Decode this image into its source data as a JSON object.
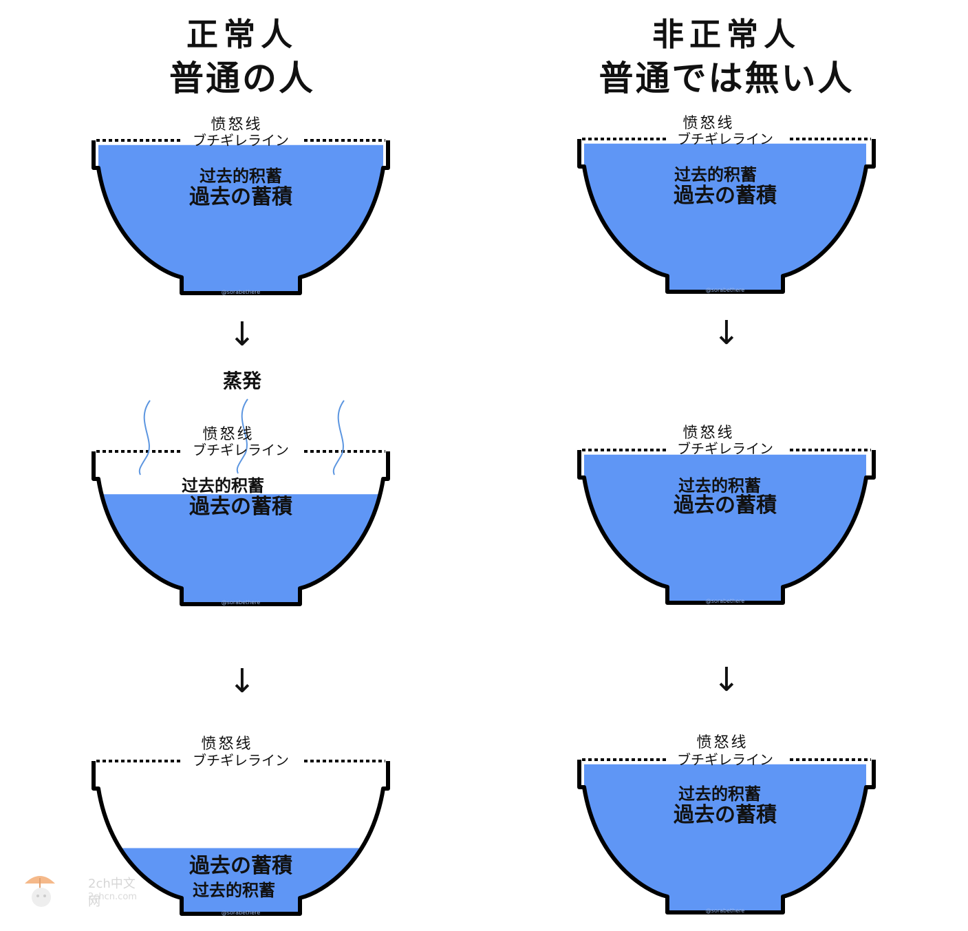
{
  "colors": {
    "water": "#5f96f5",
    "outline": "#000000",
    "steam": "#5b95e0"
  },
  "left": {
    "title_line1": "正常人",
    "title_line2": "普通の人",
    "evaporation_label": "蒸発",
    "panels": [
      {
        "anger_line_cn": "愤怒线",
        "anger_line_jp": "ブチギレライン",
        "label_cn": "过去的积蓄",
        "label_jp": "過去の蓄積",
        "fill_level": 0.97,
        "credit": "@sorabethere"
      },
      {
        "anger_line_cn": "愤怒线",
        "anger_line_jp": "ブチギレライン",
        "label_cn": "过去的积蓄",
        "label_jp": "過去の蓄積",
        "fill_level": 0.72,
        "credit": "@sorabethere"
      },
      {
        "anger_line_cn": "愤怒线",
        "anger_line_jp": "ブチギレライン",
        "label_cn": "过去的积蓄",
        "label_jp": "過去の蓄積",
        "fill_level": 0.43,
        "credit": "@sorabethere"
      }
    ]
  },
  "right": {
    "title_line1": "非正常人",
    "title_line2": "普通では無い人",
    "panels": [
      {
        "anger_line_cn": "愤怒线",
        "anger_line_jp": "ブチギレライン",
        "label_cn": "过去的积蓄",
        "label_jp": "過去の蓄積",
        "fill_level": 0.97,
        "credit": "@sorabethere"
      },
      {
        "anger_line_cn": "愤怒线",
        "anger_line_jp": "ブチギレライン",
        "label_cn": "过去的积蓄",
        "label_jp": "過去の蓄積",
        "fill_level": 0.97,
        "credit": "@sorabethere"
      },
      {
        "anger_line_cn": "愤怒线",
        "anger_line_jp": "ブチギレライン",
        "label_cn": "过去的积蓄",
        "label_jp": "過去の蓄積",
        "fill_level": 0.97,
        "credit": "@sorabethere"
      }
    ]
  },
  "arrow_glyph": "↓",
  "watermark": {
    "line1": "2ch中文网",
    "line2": "2chcn.com"
  }
}
